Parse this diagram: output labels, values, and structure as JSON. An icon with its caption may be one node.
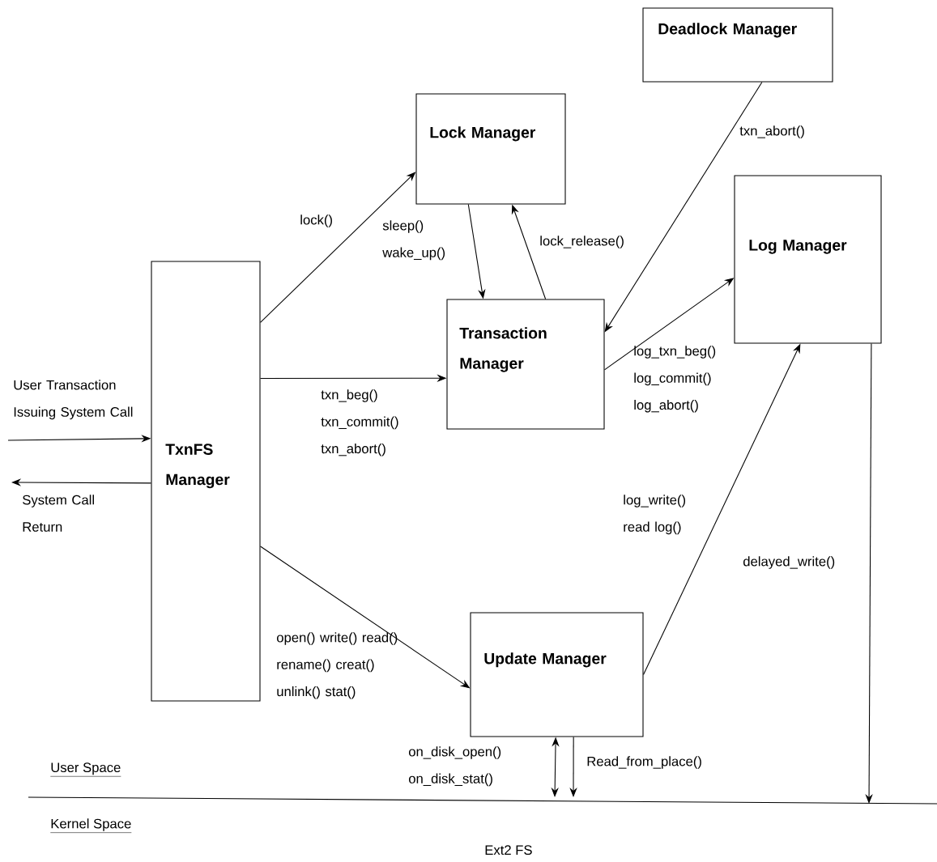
{
  "diagram": {
    "nodes": [
      {
        "text": [
          "Deadlock Manager"
        ]
      },
      {
        "text": [
          "Lock Manager"
        ]
      },
      {
        "text": [
          "Log Manager"
        ]
      },
      {
        "text": [
          "TxnFS Manager"
        ]
      },
      {
        "text": [
          "Transaction Manager"
        ]
      },
      {
        "text": [
          "Update Manager"
        ]
      }
    ],
    "edges": [
      {
        "from": 3,
        "to": 1,
        "arrow": "to",
        "label": "lock()"
      },
      {
        "from": 1,
        "to": 4,
        "arrow": "to",
        "label": "sleep() wake_up()"
      },
      {
        "from": 4,
        "to": 1,
        "arrow": "to",
        "label": "lock_release()"
      },
      {
        "from": 0,
        "to": 4,
        "arrow": "to",
        "label": "txn_abort()"
      },
      {
        "from": 4,
        "to": 2,
        "arrow": "to",
        "label": "log_txn_beg() log_commit() log_abort()"
      },
      {
        "from": 3,
        "to": 4,
        "arrow": "to",
        "label": "txn_beg() txn_commit() txn_abort()"
      },
      {
        "from": 3,
        "to": 5,
        "arrow": "to",
        "label": "open() write() read() rename() creat() unlink() stat()"
      },
      {
        "from": 5,
        "to": 2,
        "arrow": "to",
        "label": "log_write() read log()"
      },
      {
        "from": null,
        "to": 3,
        "arrow": "to",
        "label": "User Transaction Issuing System Call"
      },
      {
        "from": 3,
        "to": null,
        "arrow": "to",
        "label": "System Call Return"
      },
      {
        "from": 5,
        "to": null,
        "arrow": "both",
        "label": "on_disk_open() on_disk_stat()"
      },
      {
        "from": 5,
        "to": null,
        "arrow": "to",
        "label": "Read_from_place()"
      },
      {
        "from": 2,
        "to": null,
        "arrow": "to",
        "label": "delayed_write()"
      }
    ],
    "labels": [
      "User Space",
      "Kernel Space",
      "Ext2 FS"
    ]
  }
}
